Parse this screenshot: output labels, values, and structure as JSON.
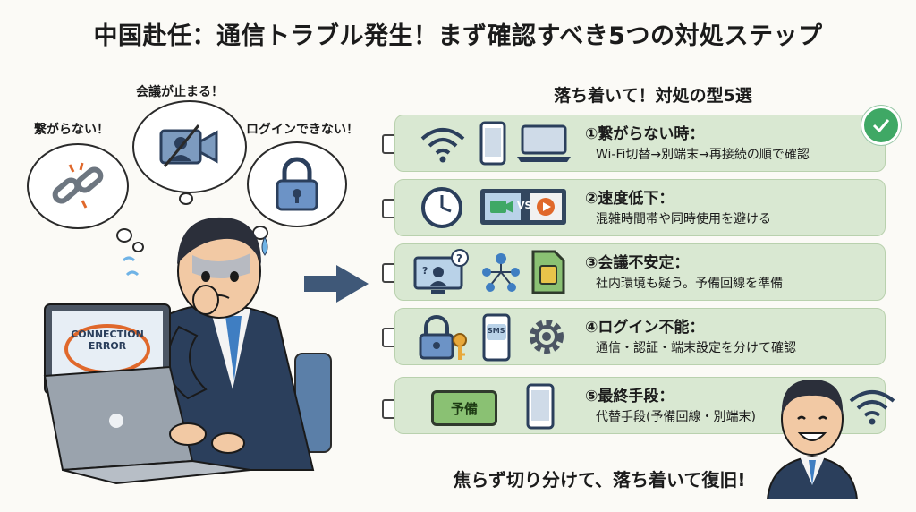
{
  "title": "中国赴任：通信トラブル発生！まず確認すべき5つの対処ステップ",
  "subtitle": "落ち着いて！対処の型5選",
  "bubbles": {
    "meeting": "会議が止まる！",
    "connect": "繋がらない！",
    "login": "ログインできない！"
  },
  "laptop_screen": {
    "line1": "CONNECTION",
    "line2": "ERROR"
  },
  "steps": [
    {
      "title": "①繋がらない時：",
      "desc": "Wi-Fi切替→別端末→再接続の順で確認"
    },
    {
      "title": "②速度低下：",
      "desc": "混雑時間帯や同時使用を避ける"
    },
    {
      "title": "③会議不安定：",
      "desc": "社内環境も疑う。予備回線を準備"
    },
    {
      "title": "④ログイン不能：",
      "desc": "通信・認証・端末設定を分けて確認"
    },
    {
      "title": "⑤最終手段：",
      "desc": "代替手段(予備回線・別端末)"
    }
  ],
  "icon_labels": {
    "vs": "VS",
    "sms": "SMS",
    "backup": "予備"
  },
  "footer": "焦らず切り分けて、落ち着いて復旧!",
  "colors": {
    "row_bg": "#d9e8d2",
    "accent_green": "#3fa865",
    "navy": "#2b3f5c",
    "error_orange": "#e0682b"
  },
  "icons": [
    "wifi-icon",
    "smartphone-icon",
    "laptop-icon",
    "clock-icon",
    "video-vs-icon",
    "monitor-question-icon",
    "network-icon",
    "sim-card-icon",
    "lock-key-icon",
    "phone-sms-icon",
    "gear-icon",
    "backup-label-icon",
    "phone-icon",
    "check-circle-icon",
    "broken-link-icon",
    "video-off-icon",
    "lock-icon",
    "arrow-right-icon"
  ]
}
